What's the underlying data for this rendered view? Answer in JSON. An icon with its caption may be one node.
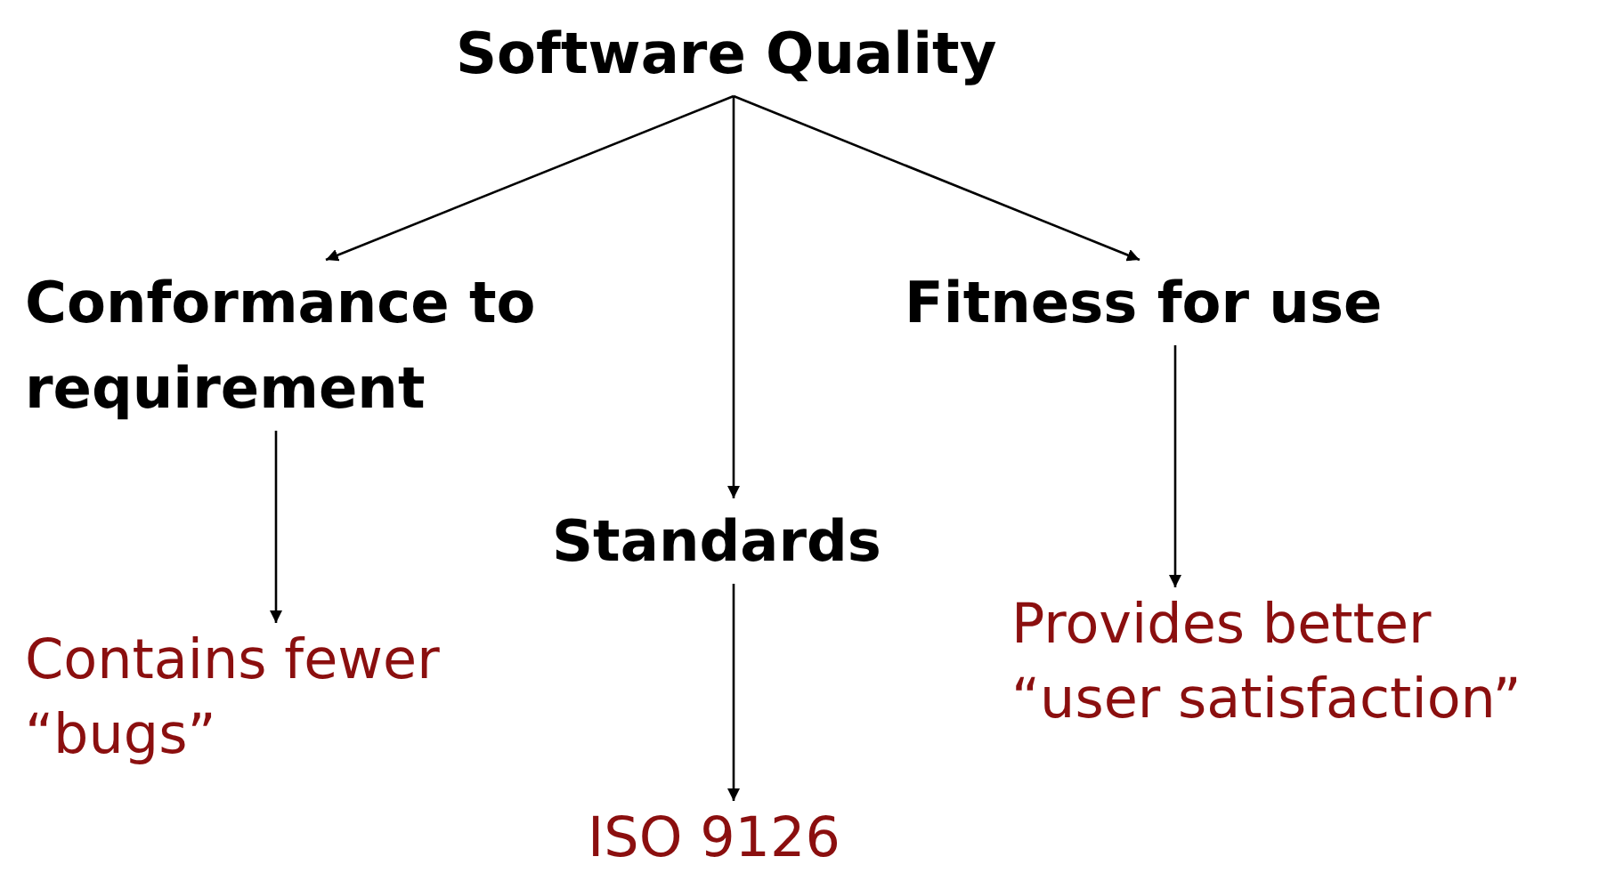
{
  "diagram": {
    "nodes": [
      {
        "text": [
          "Software Quality"
        ]
      },
      {
        "text": [
          "Conformance to requirement"
        ]
      },
      {
        "text": [
          "Standards"
        ]
      },
      {
        "text": [
          "Fitness for use"
        ]
      },
      {
        "text": [
          "Contains fewer “bugs”"
        ]
      },
      {
        "text": [
          "ISO 9126"
        ]
      },
      {
        "text": [
          "Provides better “user satisfaction”"
        ]
      }
    ],
    "edges": [
      {
        "from": 0,
        "to": 1,
        "arrow": "to"
      },
      {
        "from": 0,
        "to": 2,
        "arrow": "to"
      },
      {
        "from": 0,
        "to": 3,
        "arrow": "to"
      },
      {
        "from": 1,
        "to": 4,
        "arrow": "to"
      },
      {
        "from": 2,
        "to": 5,
        "arrow": "to"
      },
      {
        "from": 3,
        "to": 6,
        "arrow": "to"
      }
    ]
  }
}
